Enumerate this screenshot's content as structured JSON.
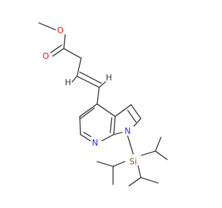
{
  "molecule": {
    "atoms": [
      {
        "id": "o-ester",
        "label": "O",
        "color": "#ff0d0d"
      },
      {
        "id": "o-carbonyl",
        "label": "O",
        "color": "#ff0d0d"
      },
      {
        "id": "n-pyridine",
        "label": "N",
        "color": "#2c2cff"
      },
      {
        "id": "n-pyrrole",
        "label": "N",
        "color": "#2c2cff"
      },
      {
        "id": "si",
        "label": "Si",
        "color": "#8a6a2a"
      }
    ],
    "stereo_labels": [
      {
        "id": "h-a",
        "label": "H"
      },
      {
        "id": "h-b",
        "label": "H"
      }
    ],
    "bond_color": "#3a3a3a",
    "hetero_colors": {
      "O": "#ff0d0d",
      "N": "#2c2cff",
      "Si": "#8a6a2a"
    }
  }
}
